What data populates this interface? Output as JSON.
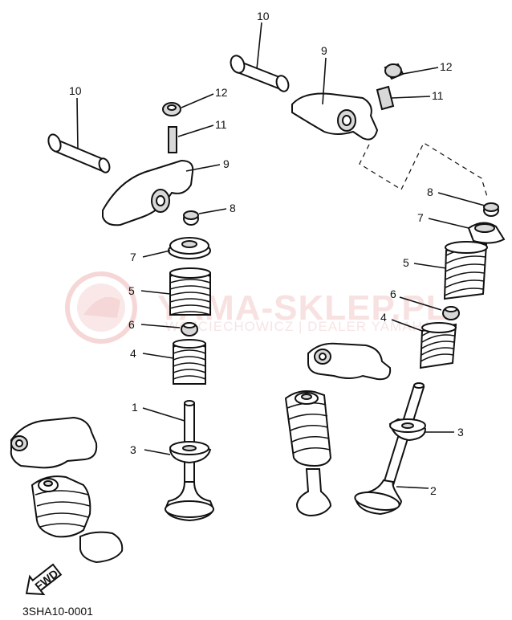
{
  "diagram": {
    "callouts": [
      "10",
      "10",
      "9",
      "9",
      "12",
      "12",
      "11",
      "11",
      "8",
      "8",
      "7",
      "7",
      "6",
      "6",
      "5",
      "5",
      "4",
      "4",
      "3",
      "3",
      "1",
      "2"
    ],
    "direction_label": "FWD",
    "footer_code": "3SHA10-0001"
  },
  "watermark": {
    "main": "YAMA-SKLEP.PL",
    "sub": "WOJCIECHOWICZ | DEALER YAMAHA",
    "color": "#e85a5a"
  }
}
